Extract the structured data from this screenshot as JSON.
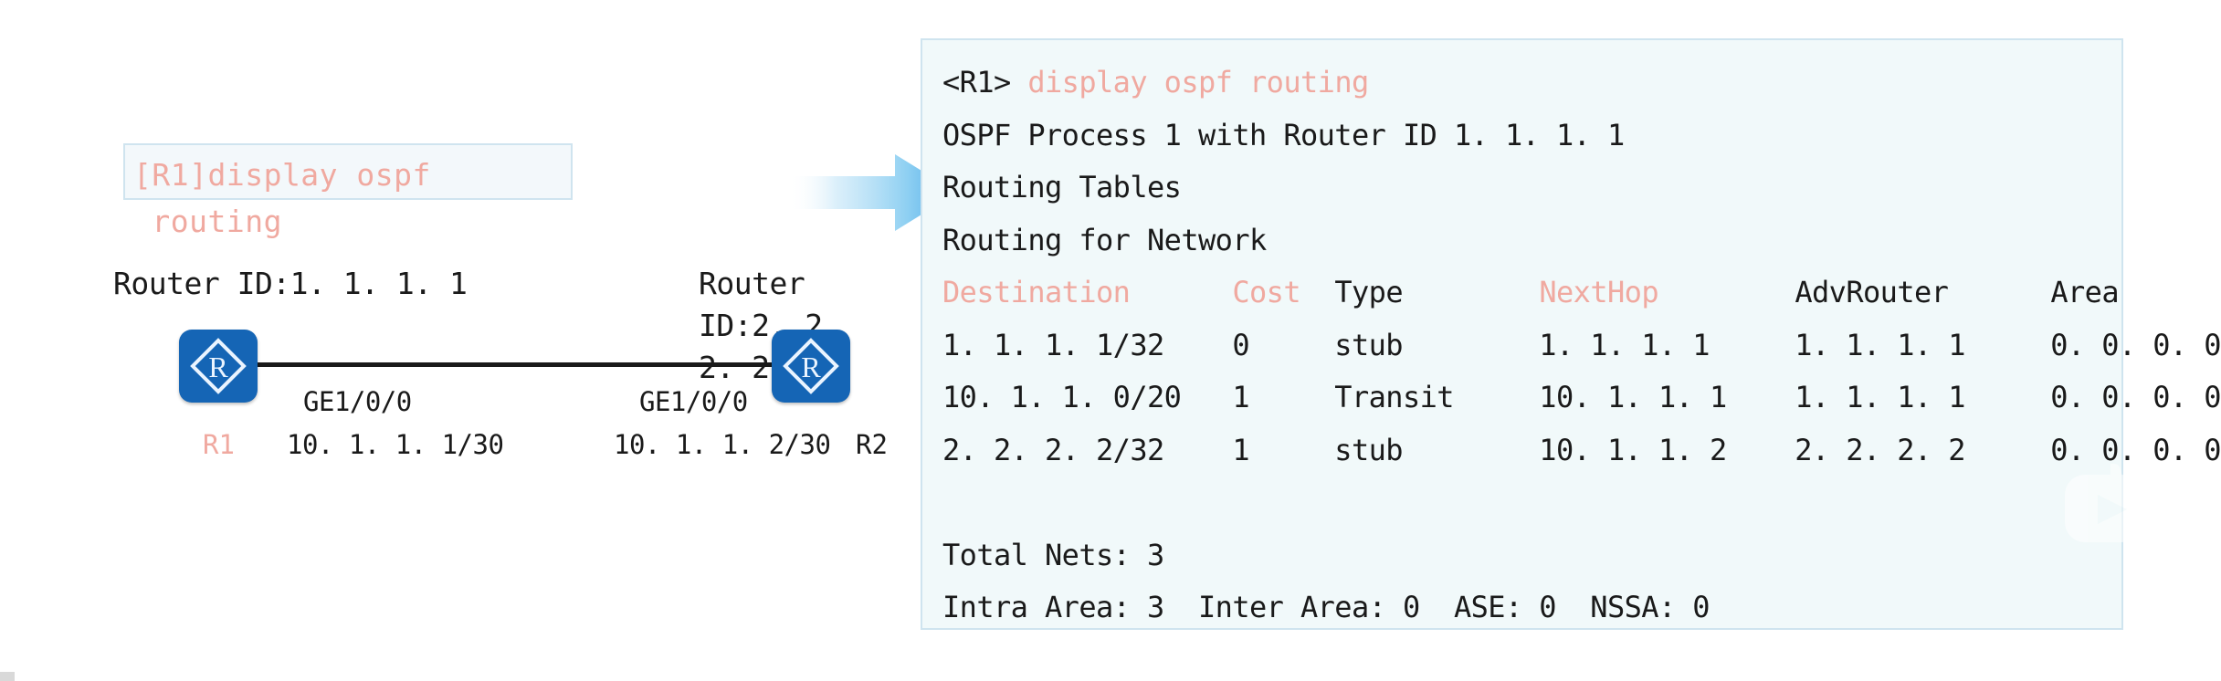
{
  "diagram": {
    "command_box": {
      "text": "[R1]display ospf\n routing"
    },
    "left_router": {
      "router_id_label": "Router ID:1. 1. 1. 1",
      "name": "R1",
      "interface_name": "GE1/0/0",
      "interface_address": "10. 1. 1. 1/30",
      "icon": "router-icon"
    },
    "right_router": {
      "router_id_label": "Router ID:2. 2. 2. 2",
      "name": "R2",
      "interface_name": "GE1/0/0",
      "interface_address": "10. 1. 1. 2/30",
      "icon": "router-icon"
    },
    "link": "ethernet-link",
    "arrow": "flow-arrow-right"
  },
  "terminal": {
    "prompt": "<R1> ",
    "command": "display ospf routing",
    "lines": [
      "OSPF Process 1 with Router ID 1. 1. 1. 1",
      "Routing Tables",
      "Routing for Network"
    ],
    "columns": {
      "destination": "Destination",
      "cost": "Cost",
      "type": "Type",
      "nexthop": "NextHop",
      "advrouter": "AdvRouter",
      "area": "Area"
    },
    "rows": [
      {
        "destination": "1. 1. 1. 1/32",
        "cost": "0",
        "type": "stub",
        "nexthop": "1. 1. 1. 1",
        "advrouter": "1. 1. 1. 1",
        "area": "0. 0. 0. 0"
      },
      {
        "destination": "10. 1. 1. 0/20",
        "cost": "1",
        "type": "Transit",
        "nexthop": "10. 1. 1. 1",
        "advrouter": "1. 1. 1. 1",
        "area": "0. 0. 0. 0"
      },
      {
        "destination": "2. 2. 2. 2/32",
        "cost": "1",
        "type": "stub",
        "nexthop": "10. 1. 1. 2",
        "advrouter": "2. 2. 2. 2",
        "area": "0. 0. 0. 0"
      }
    ],
    "summary": {
      "total_nets": "Total Nets: 3",
      "areas": "Intra Area: 3  Inter Area: 0  ASE: 0  NSSA: 0"
    }
  },
  "colors": {
    "accent_red": "#f0a9a0",
    "terminal_bg": "#f1f9fa",
    "terminal_border": "#cfe4ef",
    "router_blue": "#1565b5",
    "arrow_blue": "#57b2ec",
    "text": "#1a1a1a"
  }
}
